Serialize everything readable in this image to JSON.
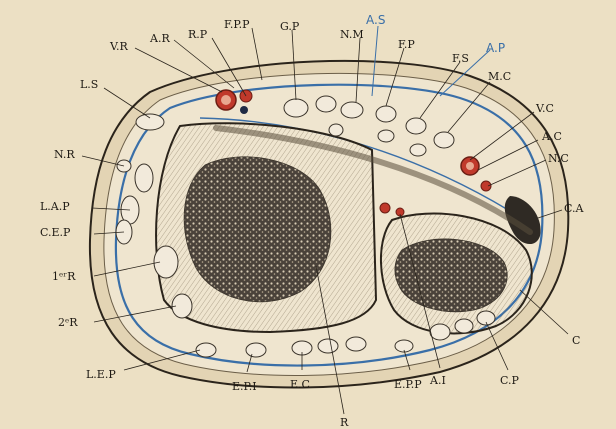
{
  "colors": {
    "paper": "#ece0c4",
    "skin_outline": "#2b241b",
    "fascia_blue": "#3a6fa8",
    "artery_red": "#c0392b",
    "bone_dark": "#2f2a24",
    "bone_cortex": "#f0e8d6"
  },
  "labels": {
    "vr": "V.R",
    "ar": "A.R",
    "rp": "R.P",
    "fpp": "F.P.P",
    "gp": "G.P",
    "nm": "N.M",
    "as": "A.S",
    "fp": "F.P",
    "fs": "F.S",
    "ap": "A.P",
    "mc": "M.C",
    "ls": "L.S",
    "vc": "V.C",
    "ac": "A.C",
    "nc": "N.C",
    "nr": "N.R",
    "lap": "L.A.P",
    "ca": "C.A",
    "cep": "C.E.P",
    "r1": "1ᵉʳR",
    "r2": "2ᵉR",
    "c": "C",
    "lep": "L.E.P",
    "epi": "E.P.I",
    "ec": "E.C",
    "r": "R",
    "epp": "E.P.P",
    "ai": "A.I",
    "cp": "C.P"
  }
}
